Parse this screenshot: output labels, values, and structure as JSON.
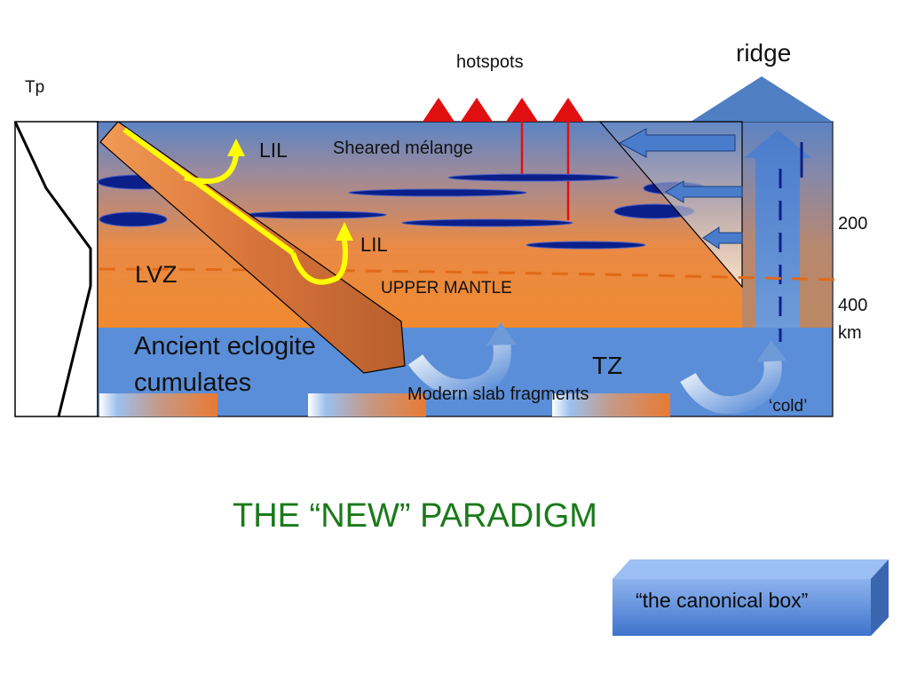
{
  "labels": {
    "tp": "Tp",
    "hotspots": "hotspots",
    "ridge": "ridge",
    "lil_top": "LIL",
    "sheared_melange": "Sheared mélange",
    "lil_mid": "LIL",
    "lvz": "LVZ",
    "upper_mantle": "UPPER MANTLE",
    "depth_200": "200",
    "depth_400": "400",
    "depth_unit": "km",
    "ancient_line1": "Ancient eclogite",
    "ancient_line2": "cumulates",
    "tz": "TZ",
    "modern_slab": "Modern slab fragments",
    "cold": "‘cold’"
  },
  "title": "THE “NEW” PARADIGM",
  "canonical_box": "“the canonical box”",
  "colors": {
    "mantle_top": "#5b84c4",
    "mantle_bottom": "#ee8a36",
    "transition_zone": "#5b8ed8",
    "lenses": "#0b1f8a",
    "slab": "#d87a3a",
    "yellow": "#ffff00",
    "hotspot": "#e01010",
    "title_green": "#1a7a1a"
  },
  "icons": {
    "lil_arrows": "curved-arrow-icon",
    "convection": "circular-arrow-icon",
    "flow": "arrow-left-icon"
  }
}
